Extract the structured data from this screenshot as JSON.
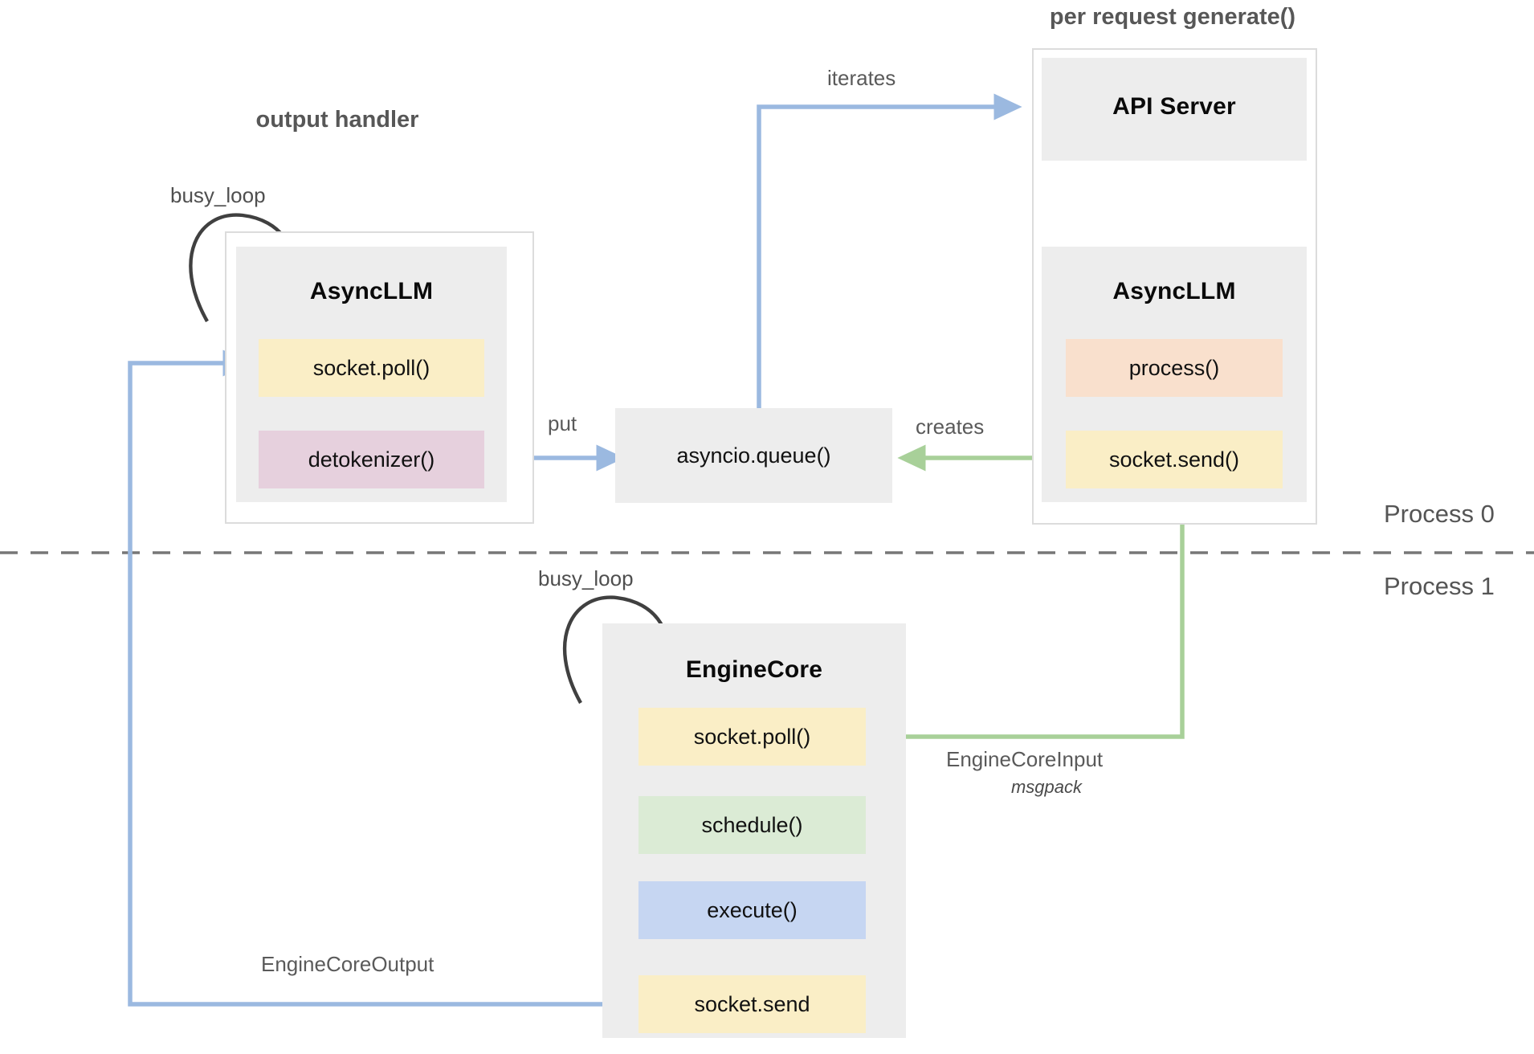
{
  "diagram": {
    "title_output_handler": "output handler",
    "title_per_request": "per request generate()",
    "process_labels": {
      "top": "Process 0",
      "bottom": "Process 1"
    },
    "colors": {
      "node_bg": "#ededed",
      "frame_border": "#dcdcdc",
      "yellow": "#faeec6",
      "pink": "#e6d0dd",
      "peach": "#f9e0cd",
      "green": "#dbebd5",
      "blue": "#c6d6f2",
      "arrow_blue": "#9bb9e0",
      "arrow_green": "#a8d099",
      "arrow_black": "#404040",
      "text_dark": "#0a0a0a",
      "text_gray": "#575757"
    },
    "nodes": {
      "async_llm_left": {
        "title": "AsyncLLM",
        "items": [
          {
            "label": "socket.poll()",
            "color": "#faeec6"
          },
          {
            "label": "detokenizer()",
            "color": "#e6d0dd"
          }
        ]
      },
      "asyncio_queue": {
        "label": "asyncio.queue()"
      },
      "api_server": {
        "title": "API Server"
      },
      "async_llm_right": {
        "title": "AsyncLLM",
        "items": [
          {
            "label": "process()",
            "color": "#f9e0cd"
          },
          {
            "label": "socket.send()",
            "color": "#faeec6"
          }
        ]
      },
      "engine_core": {
        "title": "EngineCore",
        "items": [
          {
            "label": "socket.poll()",
            "color": "#faeec6"
          },
          {
            "label": "schedule()",
            "color": "#dbebd5"
          },
          {
            "label": "execute()",
            "color": "#c6d6f2"
          },
          {
            "label": "socket.send",
            "color": "#faeec6"
          }
        ]
      }
    },
    "edges": {
      "busy_loop_left": "busy_loop",
      "busy_loop_engine": "busy_loop",
      "put": "put",
      "iterates": "iterates",
      "creates": "creates",
      "engine_core_input": "EngineCoreInput",
      "engine_core_input_sub": "msgpack",
      "engine_core_output": "EngineCoreOutput"
    }
  }
}
